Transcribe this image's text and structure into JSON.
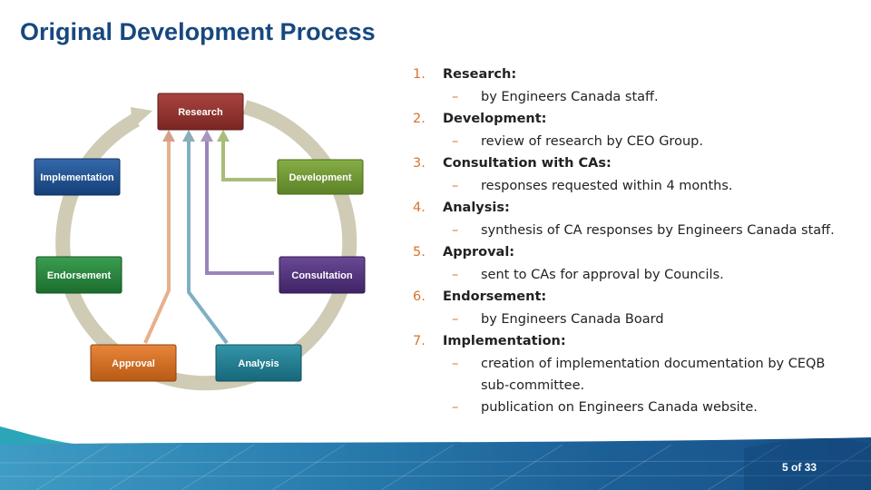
{
  "slide": {
    "title": "Original Development Process",
    "page_number": "5 of 33"
  },
  "diagram": {
    "nodes": [
      {
        "label": "Research",
        "color": "#8b2d2a"
      },
      {
        "label": "Development",
        "color": "#6e9631"
      },
      {
        "label": "Consultation",
        "color": "#4e2f7a"
      },
      {
        "label": "Analysis",
        "color": "#1f7b8f"
      },
      {
        "label": "Approval",
        "color": "#d26a1f"
      },
      {
        "label": "Endorsement",
        "color": "#24823a"
      },
      {
        "label": "Implementation",
        "color": "#1d4e8f"
      }
    ],
    "cycle_color": "#cfcbb5"
  },
  "steps": [
    {
      "num": "1.",
      "title": "Research:",
      "subs": [
        "by Engineers Canada staff."
      ]
    },
    {
      "num": "2.",
      "title": "Development:",
      "subs": [
        "review of research by CEO Group."
      ]
    },
    {
      "num": "3.",
      "title": "Consultation with CAs:",
      "subs": [
        "responses requested within 4 months."
      ]
    },
    {
      "num": "4.",
      "title": "Analysis:",
      "subs": [
        "synthesis of CA responses by Engineers Canada staff."
      ]
    },
    {
      "num": "5.",
      "title": "Approval:",
      "subs": [
        "sent to CAs for approval by Councils."
      ]
    },
    {
      "num": "6.",
      "title": "Endorsement:",
      "subs": [
        "by Engineers Canada Board"
      ]
    },
    {
      "num": "7.",
      "title": "Implementation:",
      "subs": [
        "creation of implementation documentation by CEQB sub-committee.",
        "publication on Engineers Canada website."
      ]
    }
  ]
}
